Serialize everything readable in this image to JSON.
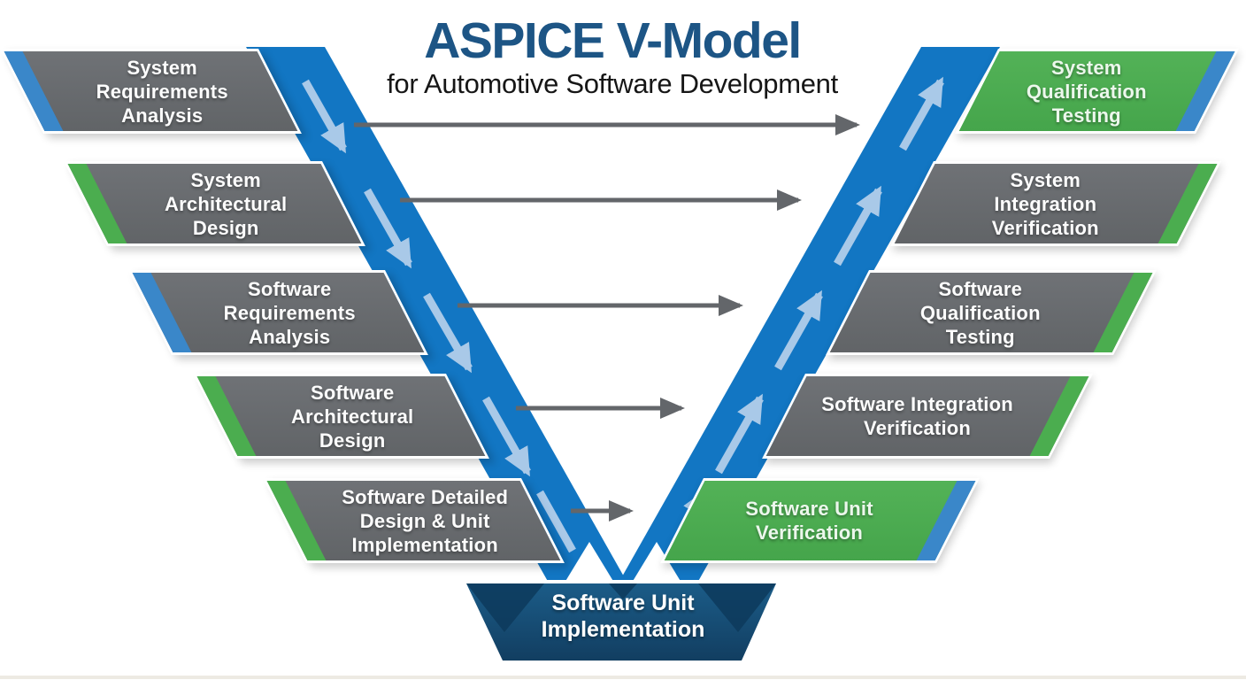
{
  "header": {
    "title": "ASPICE V-Model",
    "subtitle": "for Automotive Software Development"
  },
  "left_column": {
    "items": [
      {
        "label": "System Requirements Analysis",
        "stripe": "blue"
      },
      {
        "label": "System Architectural Design",
        "stripe": "green"
      },
      {
        "label": "Software Requirements Analysis",
        "stripe": "blue"
      },
      {
        "label": "Software Architectural Design",
        "stripe": "green"
      },
      {
        "label": "Software Detailed Design & Unit Implementation",
        "stripe": "green"
      }
    ]
  },
  "right_column": {
    "items": [
      {
        "label": "System Qualification Testing",
        "stripe": "blue",
        "highlight": true
      },
      {
        "label": "System Integration Verification",
        "stripe": "green",
        "highlight": false
      },
      {
        "label": "Software Qualification Testing",
        "stripe": "green",
        "highlight": false
      },
      {
        "label": "Software Integration Verification",
        "stripe": "green",
        "highlight": false
      },
      {
        "label": "Software Unit Verification",
        "stripe": "blue",
        "highlight": true
      }
    ]
  },
  "bottom": {
    "label": "Software Unit Implementation"
  },
  "colors": {
    "band_blue": "#1276c3",
    "stripe_blue": "#3a87c9",
    "green": "#4bad4f",
    "box_gray": "#696c6e",
    "navy": "#174f7b",
    "title_navy": "#1d5585",
    "arrow_gray": "#63666a",
    "light_arrow": "#a9c9e8"
  }
}
